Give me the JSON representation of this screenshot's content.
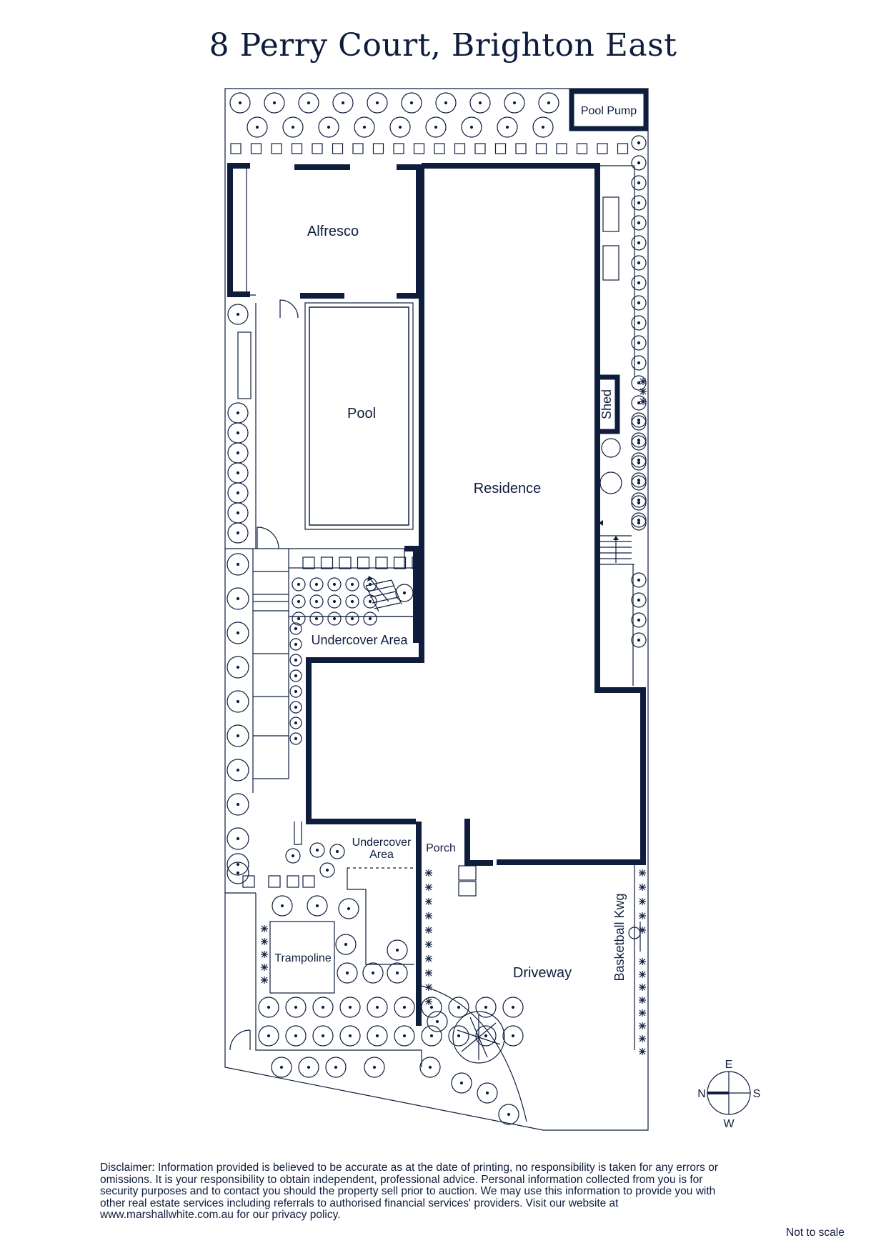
{
  "title": "8 Perry Court, Brighton East",
  "rooms": {
    "pool_pump": "Pool Pump",
    "alfresco": "Alfresco",
    "pool": "Pool",
    "residence": "Residence",
    "shed": "Shed",
    "undercover_area_1": "Undercover Area",
    "undercover_area_2_line1": "Undercover",
    "undercover_area_2_line2": "Area",
    "porch": "Porch",
    "trampoline": "Trampoline",
    "driveway": "Driveway",
    "basketball": "Basketball Kwg"
  },
  "compass": {
    "north": "N",
    "east": "E",
    "south": "S",
    "west": "W"
  },
  "disclaimer": "Disclaimer: Information provided is believed to be accurate as at the date of printing, no responsibility is taken for any errors or omissions. It is your responsibility to obtain independent, professional advice. Personal information collected from you is for security purposes and to contact you should the property sell prior to auction. We may use this information to provide you with other real estate services including referrals to authorised financial services' providers. Visit our website at www.marshallwhite.com.au for our privacy policy.",
  "scale_note": "Not to scale",
  "colors": {
    "ink": "#0f1d3d",
    "background": "#ffffff"
  }
}
